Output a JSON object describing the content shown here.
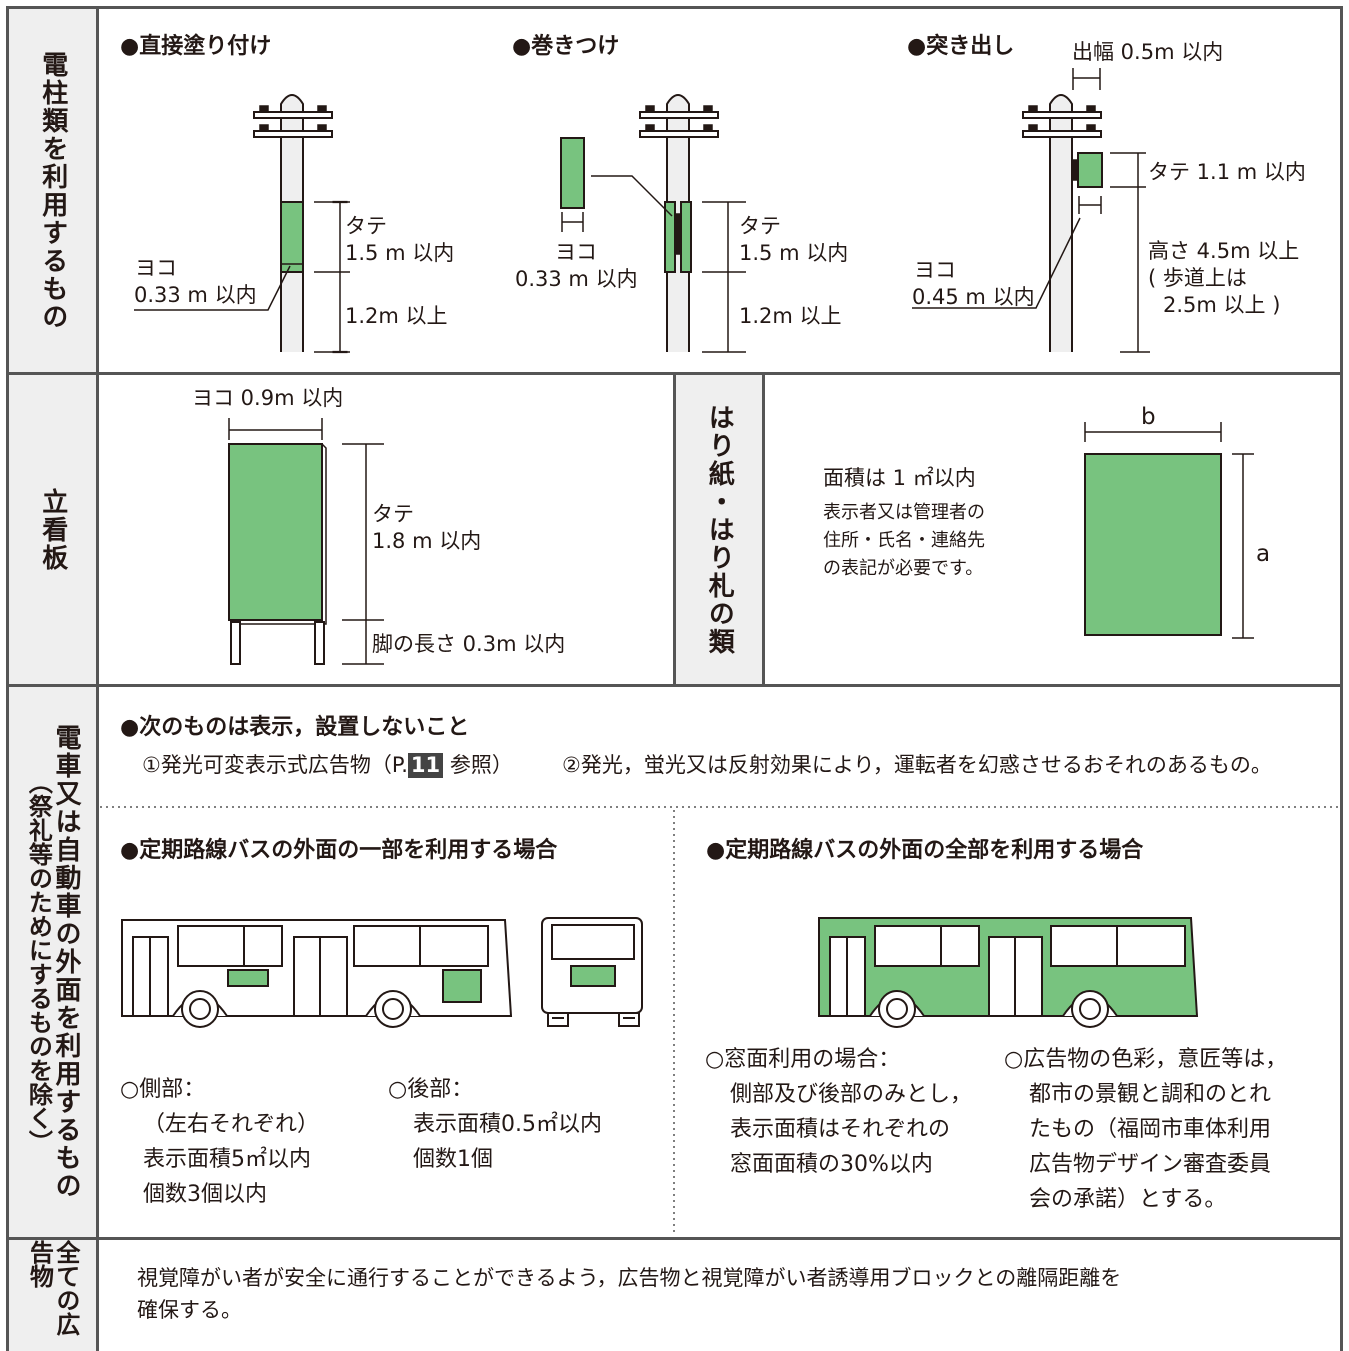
{
  "colors": {
    "green": "#78c37f",
    "border": "#555555",
    "category_bg": "#efefef"
  },
  "sections": {
    "poles": {
      "category": "電柱類を利用するもの",
      "direct": {
        "title": "●直接塗り付け",
        "tate": "タテ",
        "tate_val": "1.5 m 以内",
        "yoko": "ヨコ",
        "yoko_val": "0.33 m 以内",
        "height": "1.2m 以上"
      },
      "wrap": {
        "title": "●巻きつけ",
        "tate": "タテ",
        "tate_val": "1.5 m 以内",
        "yoko": "ヨコ",
        "yoko_val": "0.33 m 以内",
        "height": "1.2m 以上"
      },
      "protrude": {
        "title": "●突き出し",
        "width": "出幅 0.5m 以内",
        "tate": "タテ 1.1 m 以内",
        "yoko": "ヨコ",
        "yoko_val": "0.45 m 以内",
        "height_1": "高さ 4.5m 以上",
        "height_2": "( 歩道上は",
        "height_3": "2.5m 以上 )"
      }
    },
    "standboard": {
      "category": "立看板",
      "yoko": "ヨコ 0.9m 以内",
      "tate": "タテ",
      "tate_val": "1.8 m 以内",
      "leg": "脚の長さ 0.3m 以内"
    },
    "poster": {
      "category": "はり紙・はり札の類",
      "area": "面積は 1 ㎡以内",
      "note_1": "表示者又は管理者の",
      "note_2": "住所・氏名・連絡先",
      "note_3": "の表記が必要です。",
      "label_b": "b",
      "label_a": "a"
    },
    "vehicle": {
      "category": "電車又は自動車の外面を利用するもの",
      "category_sub": "（祭礼等のためにするものを除く）",
      "prohibit_title": "●次のものは表示，設置しないこと",
      "prohibit_1_pre": "①発光可変表示式広告物（P.",
      "prohibit_1_page": "11",
      "prohibit_1_post": " 参照）",
      "prohibit_2": "②発光，蛍光又は反射効果により，運転者を幻惑させるおそれのあるもの。",
      "partial": {
        "title": "●定期路線バスの外面の一部を利用する場合",
        "side_title": "○側部：",
        "side_1": "（左右それぞれ）",
        "side_2": "表示面積5㎡以内",
        "side_3": "個数3個以内",
        "rear_title": "○後部：",
        "rear_1": "表示面積0.5㎡以内",
        "rear_2": "個数1個"
      },
      "full": {
        "title": "●定期路線バスの外面の全部を利用する場合",
        "window_title": "○窓面利用の場合：",
        "window_1": "側部及び後部のみとし，",
        "window_2": "表示面積はそれぞれの",
        "window_3": "窓面面積の30%以内",
        "design_title": "○広告物の色彩，意匠等は，",
        "design_1": "都市の景観と調和のとれ",
        "design_2": "たもの（福岡市車体利用",
        "design_3": "広告物デザイン審査委員",
        "design_4": "会の承諾）とする。"
      }
    },
    "all": {
      "category": "全ての広告物",
      "text_1": "視覚障がい者が安全に通行することができるよう，広告物と視覚障がい者誘導用ブロックとの離隔距離を",
      "text_2": "確保する。"
    }
  }
}
